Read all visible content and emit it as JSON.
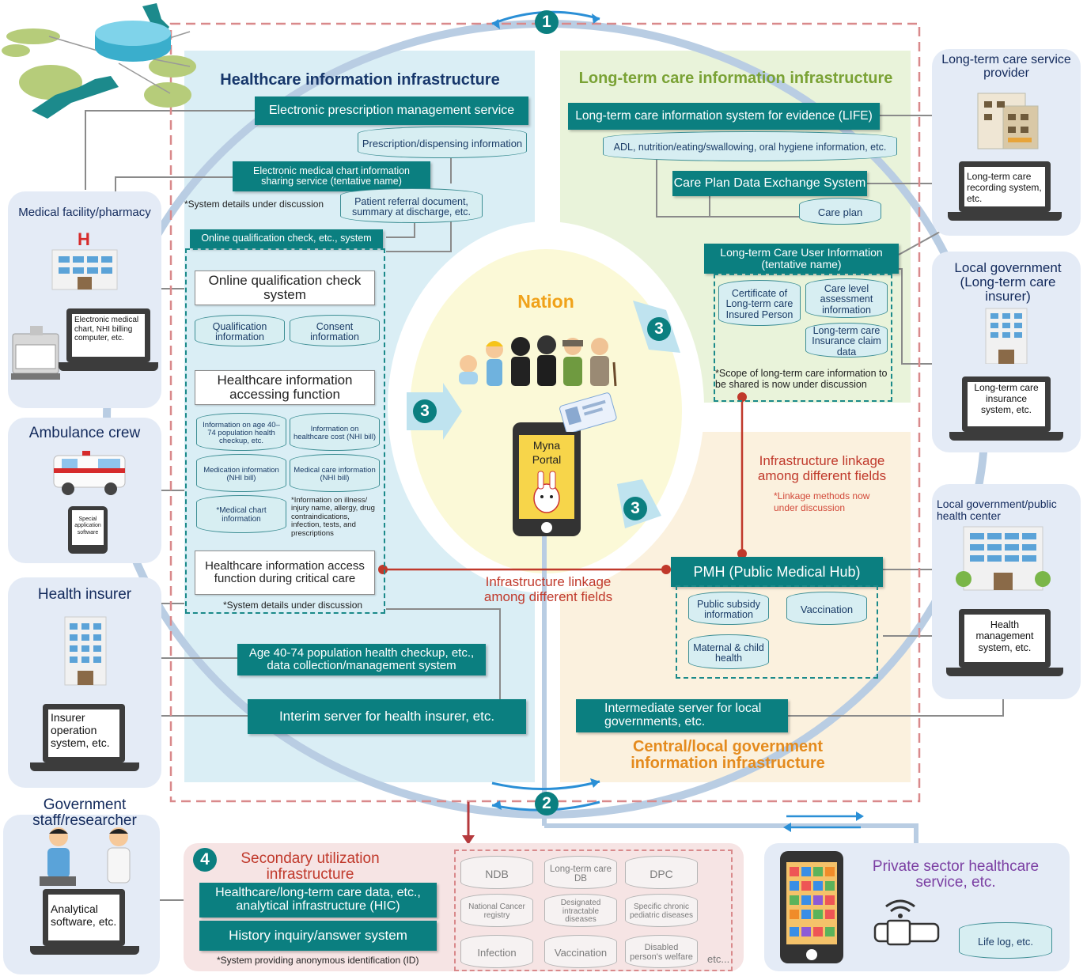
{
  "zones": {
    "healthcare_title": "Healthcare information infrastructure",
    "ltc_title": "Long-term care information infrastructure",
    "central_title": "Central/local government information infrastructure",
    "nation": "Nation",
    "secondary_title": "Secondary utilization infrastructure",
    "private_title": "Private sector healthcare service, etc."
  },
  "healthcare": {
    "eprescription": "Electronic prescription management service",
    "prescription_db": "Prescription/dispensing information",
    "emr_sharing": "Electronic medical chart information sharing service (tentative name)",
    "system_details_note": "*System details under discussion",
    "referral_db": "Patient referral document, summary at discharge, etc.",
    "online_qual_system": "Online qualification check, etc., system",
    "online_qual_check": "Online qualification check system",
    "qualification_db": "Qualification information",
    "consent_db": "Consent information",
    "hc_access_function": "Healthcare information accessing function",
    "checkup_db": "Information on age 40–74 population health checkup, etc.",
    "cost_db": "Information on healthcare cost (NHI bill)",
    "medication_db": "Medication information (NHI bill)",
    "medcare_db": "Medical care information (NHI bill)",
    "medchart_db": "*Medical chart information",
    "illness_note": "*Information on illness/ injury name, allergy, drug contraindications, infection, tests, and prescriptions",
    "critical_care": "Healthcare information access function during critical care",
    "system_details_note2": "*System details under discussion",
    "checkup_system": "Age 40-74 population health checkup, etc., data collection/management system",
    "interim_server": "Interim server for health insurer, etc."
  },
  "ltc": {
    "life": "Long-term care information system for evidence (LIFE)",
    "adl_db": "ADL, nutrition/eating/swallowing, oral hygiene information, etc.",
    "care_plan_system": "Care Plan Data Exchange System",
    "care_plan_db": "Care plan",
    "user_info": "Long-term Care User Information (tentative name)",
    "certificate_db": "Certificate of Long-term care Insured Person",
    "care_level_db": "Care level assessment information",
    "claim_db": "Long-term care Insurance claim data",
    "scope_note": "*Scope of long-term care information to be shared is now under discussion"
  },
  "central": {
    "pmh": "PMH (Public Medical Hub)",
    "subsidy_db": "Public subsidy information",
    "vaccination_db": "Vaccination",
    "maternal_db": "Maternal & child health",
    "intermediate_server": "Intermediate server for local governments, etc."
  },
  "linkage": {
    "right_label": "Infrastructure linkage among different fields",
    "right_note": "*Linkage methods now under discussion",
    "center_label": "Infrastructure linkage among different fields"
  },
  "myna": {
    "label": "Myna Portal"
  },
  "numbers": {
    "one": "1",
    "two": "2",
    "three": "3",
    "four": "4"
  },
  "left_entities": {
    "medical_facility": "Medical facility/pharmacy",
    "medical_laptop": "Electronic medical chart, NHI billing computer, etc.",
    "ambulance": "Ambulance crew",
    "ambulance_app": "Special application software",
    "health_insurer": "Health insurer",
    "insurer_laptop": "Insurer operation system, etc.",
    "gov_staff": "Government staff/researcher",
    "analytical": "Analytical software, etc."
  },
  "right_entities": {
    "ltc_provider": "Long-term care service provider",
    "ltc_recording": "Long-term care recording system, etc.",
    "local_gov_ltc": "Local government (Long-term care insurer)",
    "ltc_insurance": "Long-term care insurance system, etc.",
    "local_gov_health": "Local government/public health center",
    "health_mgmt": "Health management system, etc."
  },
  "secondary": {
    "hic": "Healthcare/long-term care data, etc., analytical infrastructure (HIC)",
    "history": "History inquiry/answer system",
    "anon_note": "*System providing anonymous identification (ID)",
    "dbs": [
      "NDB",
      "Long-term care DB",
      "DPC",
      "National Cancer registry",
      "Designated intractable diseases",
      "Specific chronic pediatric diseases",
      "Infection",
      "Vaccination",
      "Disabled person's welfare"
    ],
    "etc": "etc..."
  },
  "private": {
    "lifelog": "Life log, etc."
  },
  "colors": {
    "teal": "#0b7f80",
    "linkage_red": "#c0392b",
    "healthcare_bg": "#daeef5",
    "ltc_bg": "#e9f3da",
    "central_bg": "#fbf1de",
    "secondary_bg": "#f6e4e4"
  }
}
